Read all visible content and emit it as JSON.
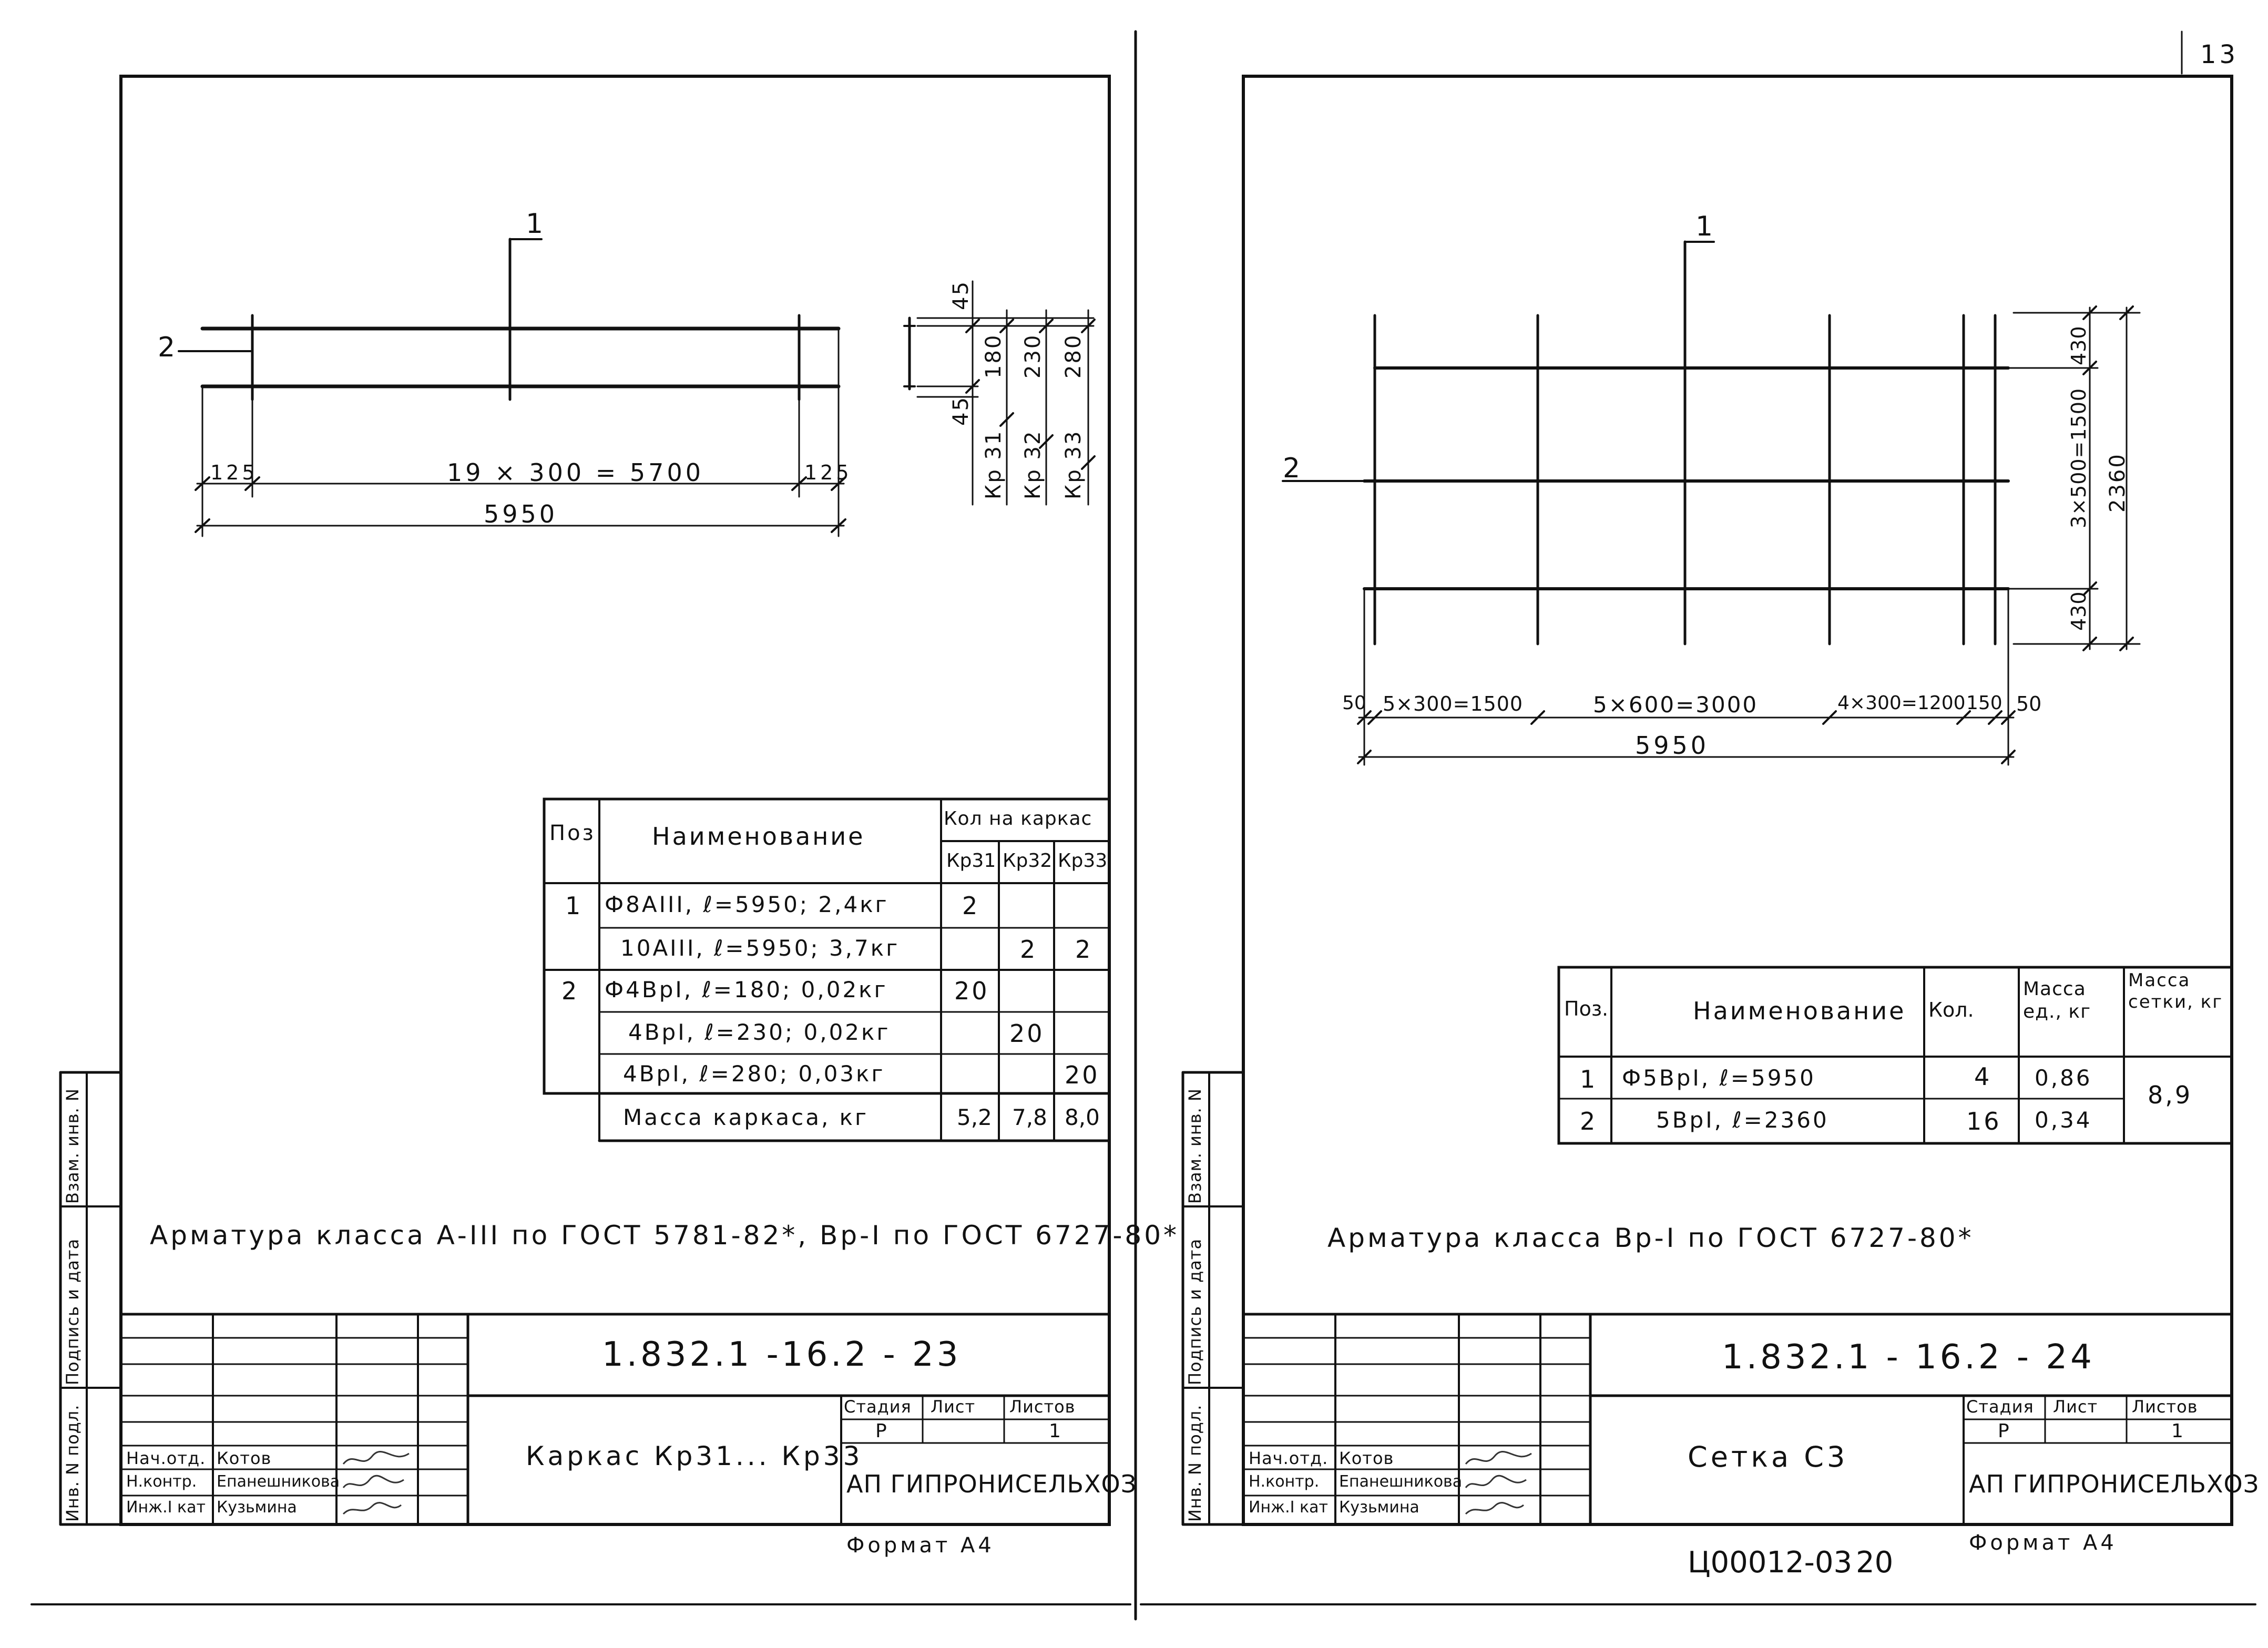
{
  "page_corner_number": "13",
  "bottom_stamp_code": "Ц00012-03",
  "bottom_stamp_page": "20",
  "left_sheet": {
    "drawing": {
      "label_pos1": "1",
      "label_pos2": "2",
      "dim_edge_left": "125",
      "dim_middle": "19 × 300 = 5700",
      "dim_edge_right": "125",
      "dim_total": "5950",
      "dim_top_offset": "45",
      "dim_bottom_offset": "45",
      "heights": [
        "180",
        "230",
        "280"
      ],
      "frame_marks": [
        "Кр 31",
        "Кр 32",
        "Кр 33"
      ]
    },
    "spec": {
      "header_pos": "Поз",
      "header_name": "Наименование",
      "header_qty": "Кол на каркас",
      "header_subs": [
        "Кр31",
        "Кр32",
        "Кр33"
      ],
      "rows": [
        {
          "pos": "1",
          "name": "Ф8АIII, ℓ=5950; 2,4кг",
          "q1": "2",
          "q2": "",
          "q3": ""
        },
        {
          "pos": "",
          "name": "10АIII, ℓ=5950; 3,7кг",
          "q1": "",
          "q2": "2",
          "q3": "2"
        },
        {
          "pos": "2",
          "name": "Ф4ВрI, ℓ=180; 0,02кг",
          "q1": "20",
          "q2": "",
          "q3": ""
        },
        {
          "pos": "",
          "name": "4ВрI, ℓ=230; 0,02кг",
          "q1": "",
          "q2": "20",
          "q3": ""
        },
        {
          "pos": "",
          "name": "4ВрI, ℓ=280; 0,03кг",
          "q1": "",
          "q2": "",
          "q3": "20"
        }
      ],
      "total_label": "Масса каркаса, кг",
      "totals": [
        "5,2",
        "7,8",
        "8,0"
      ]
    },
    "note": "Арматура класса А-III по ГОСТ 5781-82*, Вр-I по ГОСТ 6727-80*",
    "title_block": {
      "code": "1.832.1 -16.2 - 23",
      "name": "Каркас Кр31... Кр33",
      "stage_label": "Стадия",
      "sheet_label": "Лист",
      "sheets_label": "Листов",
      "stage_value": "Р",
      "sheets_value": "1",
      "org": "АП ГИПРОНИСЕЛЬХОЗ",
      "people": [
        {
          "role": "Нач.отд.",
          "name": "Котов"
        },
        {
          "role": "Н.контр.",
          "name": "Епанешникова"
        },
        {
          "role": "Инж.I кат",
          "name": "Кузьмина"
        }
      ]
    },
    "side_labels": [
      "Инв. N подл.",
      "Подпись и дата",
      "Взам. инв. N"
    ],
    "format": "Формат А4"
  },
  "right_sheet": {
    "drawing": {
      "label_pos1": "1",
      "label_pos2": "2",
      "dims_bottom": [
        "50",
        "5×300=1500",
        "5×600=3000",
        "4×300=1200",
        "150",
        "50"
      ],
      "dim_total": "5950",
      "dims_side": [
        "430",
        "3×500=1500",
        "430"
      ],
      "dim_side_total": "2360"
    },
    "spec": {
      "header_pos": "Поз.",
      "header_name": "Наименование",
      "header_qty": "Кол.",
      "header_mass_unit": "Масса ед., кг",
      "header_mass_mesh": "Масса сетки, кг",
      "rows": [
        {
          "pos": "1",
          "name": "Ф5ВрI, ℓ=5950",
          "qty": "4",
          "mass": "0,86"
        },
        {
          "pos": "2",
          "name": "5ВрI, ℓ=2360",
          "qty": "16",
          "mass": "0,34"
        }
      ],
      "mesh_mass": "8,9"
    },
    "note": "Арматура класса Вр-I по ГОСТ 6727-80*",
    "title_block": {
      "code": "1.832.1 - 16.2 - 24",
      "name": "Сетка С3",
      "stage_label": "Стадия",
      "sheet_label": "Лист",
      "sheets_label": "Листов",
      "stage_value": "Р",
      "sheets_value": "1",
      "org": "АП ГИПРОНИСЕЛЬХОЗ",
      "people": [
        {
          "role": "Нач.отд.",
          "name": "Котов"
        },
        {
          "role": "Н.контр.",
          "name": "Епанешникова"
        },
        {
          "role": "Инж.I кат",
          "name": "Кузьмина"
        }
      ]
    },
    "side_labels": [
      "Инв. N подл.",
      "Подпись и дата",
      "Взам. инв. N"
    ],
    "format": "Формат А4"
  }
}
